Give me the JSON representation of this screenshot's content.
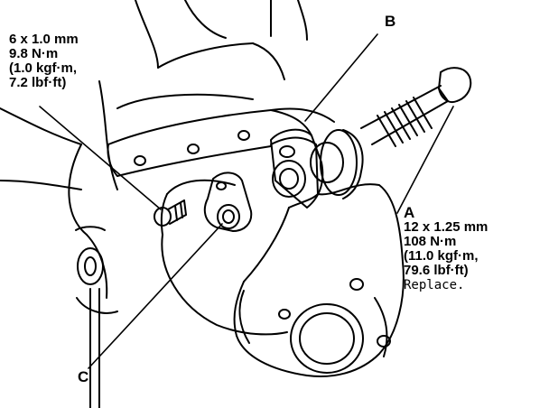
{
  "callout_top_left": {
    "line1": "6 x 1.0 mm",
    "line2": "9.8 N·m",
    "line3": "(1.0 kgf·m,",
    "line4": "7.2 lbf·ft)"
  },
  "callout_a": {
    "letter": "A",
    "line1": "12 x 1.25 mm",
    "line2": "108 N·m",
    "line3": "(11.0 kgf·m,",
    "line4": "79.6 lbf·ft)",
    "note": "Replace."
  },
  "callout_b": {
    "letter": "B"
  },
  "callout_c": {
    "letter": "C"
  }
}
